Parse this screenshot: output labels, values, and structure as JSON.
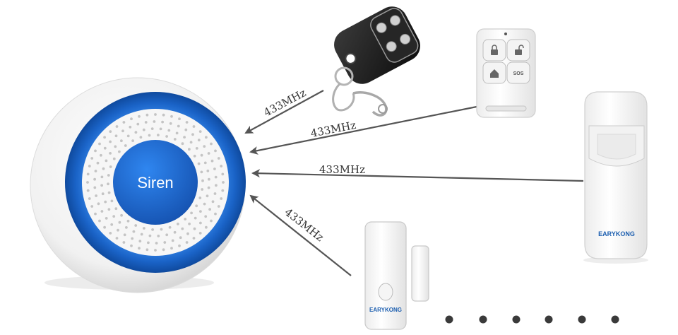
{
  "siren": {
    "label": "Siren"
  },
  "signal_labels": [
    "433MHz",
    "433MHz",
    "433MHz",
    "433MHz"
  ],
  "remote_white": {
    "sos_label": "SOS"
  },
  "pir_sensor": {
    "brand": "EARYKONG"
  },
  "door_sensor": {
    "brand": "EARYKONG"
  },
  "colors": {
    "siren_blue": "#1f6fd0",
    "arrow": "#555555",
    "brand": "#1d5fb0"
  }
}
